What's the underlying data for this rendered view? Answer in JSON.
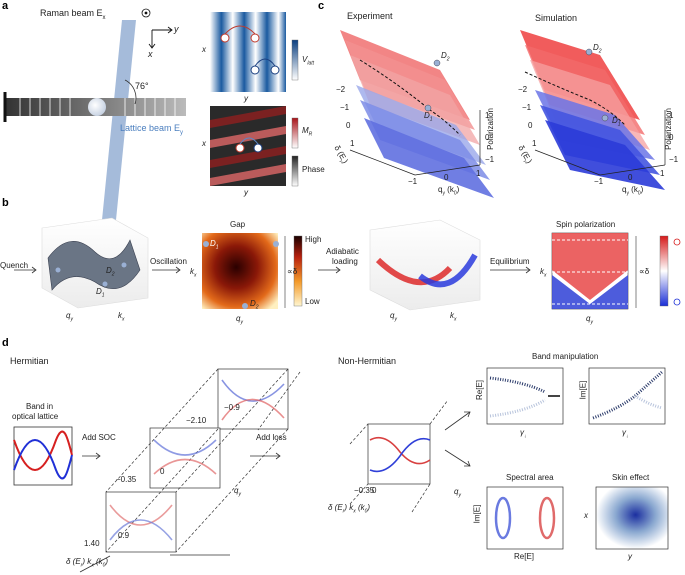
{
  "panel_labels": {
    "a": "a",
    "b": "b",
    "c": "c",
    "d": "d"
  },
  "panel_a": {
    "raman_beam": "Raman beam E",
    "raman_sub": "x",
    "axis_y": "y",
    "axis_x": "x",
    "angle": "76°",
    "lattice_beam": "Lattice beam E",
    "lattice_sub": "y",
    "map1_xlabel": "y",
    "map1_ylabel": "x",
    "map1_cbar": "V",
    "map1_cbar_sub": "latt",
    "map2_xlabel": "y",
    "map2_ylabel": "x",
    "map2_cbar1": "M",
    "map2_cbar1_sub": "R",
    "map2_cbar2": "Phase"
  },
  "panel_b": {
    "quench": "Quench",
    "oscillation": "Oscillation",
    "gap_title": "Gap",
    "gap_high": "High",
    "gap_low": "Low",
    "adiabatic1": "Adiabatic",
    "adiabatic2": "loading",
    "equilibrium": "Equilibrium",
    "spin_title": "Spin polarization",
    "qy": "q",
    "qy_sub": "y",
    "kx": "k",
    "kx_sub": "x",
    "delta": "∝δ",
    "d1": "D",
    "d1_sub": "1",
    "d2": "D",
    "d2_sub": "2"
  },
  "panel_c": {
    "title_exp": "Experiment",
    "title_sim": "Simulation",
    "d1": "D",
    "d1_sub": "1",
    "d2": "D",
    "d2_sub": "2",
    "ylabel": "δ (E",
    "ylabel_sub": "r",
    "ylabel_end": ")",
    "xlabel": "q",
    "xlabel_sub": "y",
    "xlabel_end": " (k",
    "xlabel_sub2": "0",
    "xlabel_close": ")",
    "zlabel": "Polarization",
    "delta_ticks": [
      "−2",
      "−1",
      "0",
      "1"
    ],
    "q_ticks": [
      "−1",
      "0",
      "1"
    ],
    "pol_ticks": [
      "1",
      "0",
      "−1"
    ]
  },
  "panel_d": {
    "hermitian": "Hermitian",
    "band1": "Band in",
    "band2": "optical lattice",
    "add_soc": "Add SOC",
    "add_loss": "Add loss",
    "non_hermitian": "Non-Hermitian",
    "band_manip": "Band manipulation",
    "spectral_area": "Spectral area",
    "skin_effect": "Skin effect",
    "re_e": "Re[E]",
    "im_e": "Im[E]",
    "gamma": "γ",
    "gamma_sub": "↓",
    "qy": "q",
    "qy_sub": "y",
    "delta_lbl": "δ (E",
    "delta_sub": "r",
    "kx_lbl": "k",
    "kx_sub": "x",
    "k0": " (k",
    "k0_sub": "0",
    "vals": [
      "−2.10",
      "−0.9",
      "−0.35",
      "0",
      "1.40",
      "0.9"
    ],
    "nh_vals": [
      "−0.35",
      "0"
    ],
    "x_lbl": "x",
    "y_lbl": "y"
  }
}
